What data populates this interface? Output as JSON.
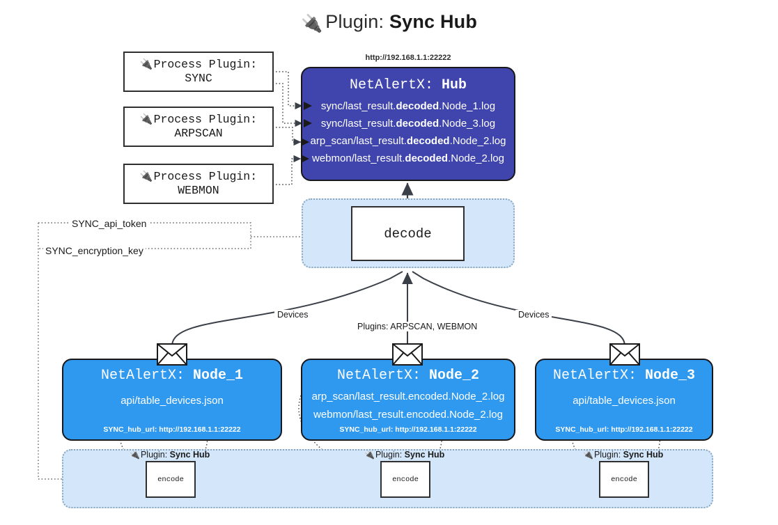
{
  "title": {
    "icon": "plug-icon",
    "prefix": "Plugin:",
    "name": "Sync Hub"
  },
  "process_plugins": [
    {
      "icon": "plug-icon",
      "line1": "Process Plugin:",
      "line2": "SYNC"
    },
    {
      "icon": "plug-icon",
      "line1": "Process Plugin:",
      "line2": "ARPSCAN"
    },
    {
      "icon": "plug-icon",
      "line1": "Process Plugin:",
      "line2": "WEBMON"
    }
  ],
  "hub": {
    "url": "http://192.168.1.1:22222",
    "title_prefix": "NetAlertX:",
    "title_name": "Hub",
    "lines": [
      {
        "pre": "sync/last_result.",
        "em": "decoded",
        "post": ".Node_1.log"
      },
      {
        "pre": "sync/last_result.",
        "em": "decoded",
        "post": ".Node_3.log"
      },
      {
        "pre": "arp_scan/last_result.",
        "em": "decoded",
        "post": ".Node_2.log"
      },
      {
        "pre": "webmon/last_result.",
        "em": "decoded",
        "post": ".Node_2.log"
      }
    ]
  },
  "decode": {
    "label": "decode"
  },
  "secrets": [
    {
      "label": "SYNC_api_token"
    },
    {
      "label": "SYNC_encryption_key"
    }
  ],
  "edge_labels": {
    "devices_left": "Devices",
    "devices_right": "Devices",
    "plugins_center": "Plugins: ARPSCAN, WEBMON"
  },
  "nodes": [
    {
      "title_prefix": "NetAlertX:",
      "title_name": "Node_1",
      "lines": [
        "api/table_devices.json"
      ],
      "footer": "SYNC_hub_url: http://192.168.1.1:22222",
      "plugin_caption_prefix": "Plugin:",
      "plugin_caption_name": "Sync Hub",
      "encode_label": "encode",
      "mail_icon": "envelope-icon"
    },
    {
      "title_prefix": "NetAlertX:",
      "title_name": "Node_2",
      "lines": [
        "arp_scan/last_result.encoded.Node_2.log",
        "webmon/last_result.encoded.Node_2.log"
      ],
      "footer": "SYNC_hub_url: http://192.168.1.1:22222",
      "plugin_caption_prefix": "Plugin:",
      "plugin_caption_name": "Sync Hub",
      "encode_label": "encode",
      "mail_icon": "envelope-icon"
    },
    {
      "title_prefix": "NetAlertX:",
      "title_name": "Node_3",
      "lines": [
        "api/table_devices.json"
      ],
      "footer": "SYNC_hub_url: http://192.168.1.1:22222",
      "plugin_caption_prefix": "Plugin:",
      "plugin_caption_name": "Sync Hub",
      "encode_label": "encode",
      "mail_icon": "envelope-icon"
    }
  ],
  "colors": {
    "hub_fill": "#3f45ad",
    "node_fill": "#2f99ef",
    "band_fill": "#d4e7fa",
    "band_border": "#8aa7bd",
    "stroke": "#2f2f2f",
    "background": "#ffffff"
  }
}
